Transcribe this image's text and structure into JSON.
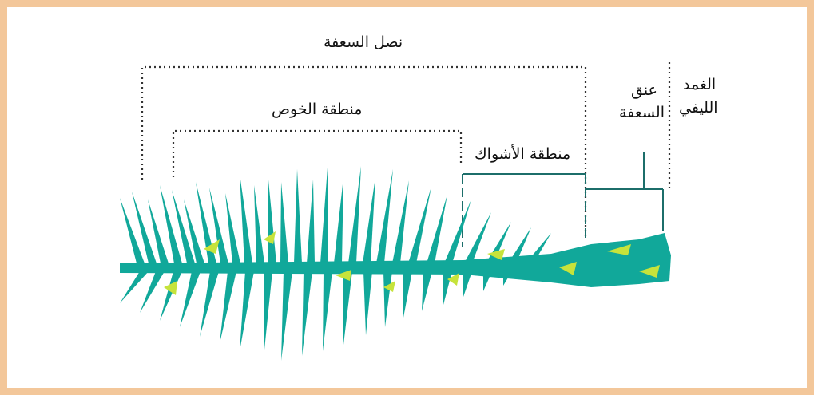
{
  "labels": {
    "blade": "نصل السعفة",
    "leaflet_zone": "منطقة الخوص",
    "spine_zone": "منطقة الأشواك",
    "neck_line1": "عنق",
    "neck_line2": "السعفة",
    "sheath_line1": "الغمد",
    "sheath_line2": "الليفي"
  },
  "colors": {
    "frond": "#11a89a",
    "highlight": "#c6e33b",
    "frame": "#f3c79a",
    "guide": "#1c6e6a",
    "dotted": "#333333"
  }
}
